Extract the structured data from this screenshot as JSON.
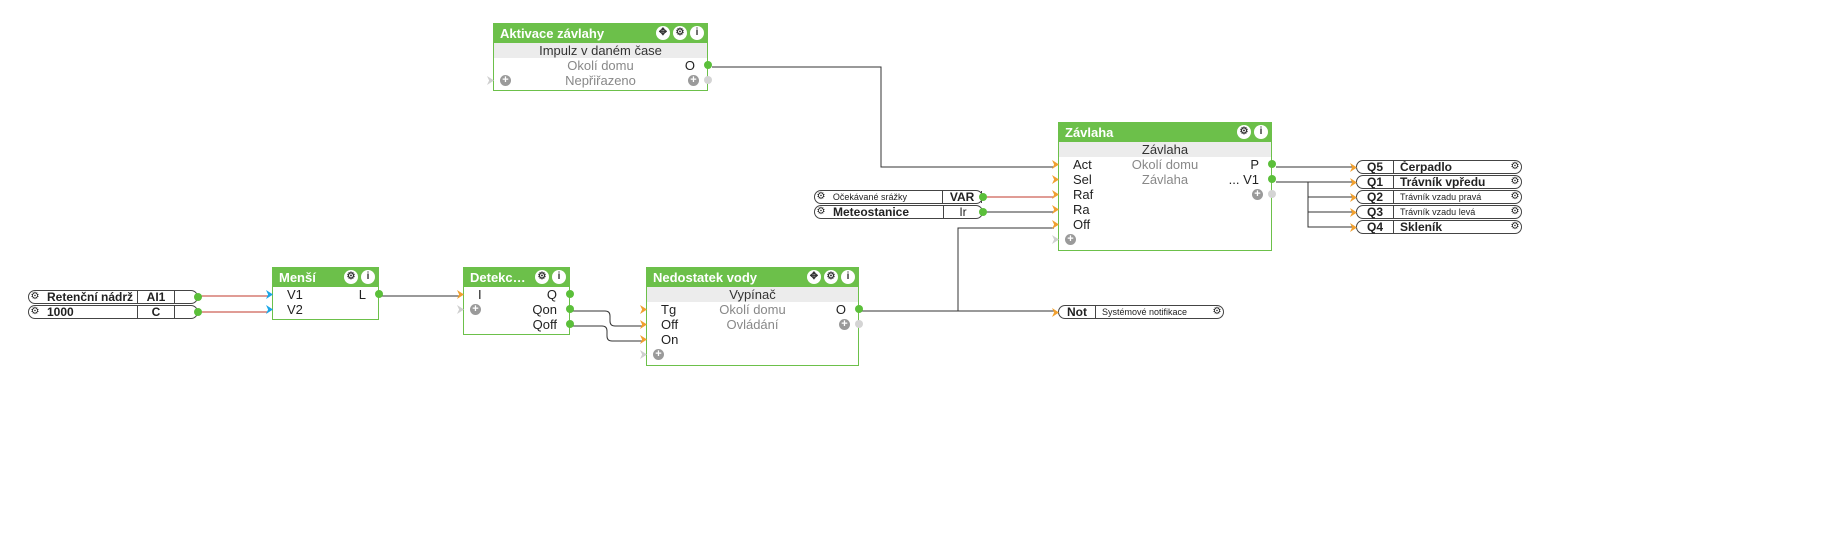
{
  "icons": {
    "move": "✥",
    "gear": "⚙",
    "info": "i",
    "plus": "+"
  },
  "colors": {
    "block": "#6cc04a",
    "wire": "#333333",
    "wire_analog": "#c0392b",
    "input_pin": "#f0a030",
    "analog_pin": "#1aa5e6"
  },
  "blocks": {
    "aktivace": {
      "title": "Aktivace závlahy",
      "subtitle": "Impulz v daném čase",
      "row1_center": "Okolí domu",
      "row1_out": "O",
      "row2_center": "Nepřiřazeno"
    },
    "zavlaha": {
      "title": "Závlaha",
      "subtitle": "Závlaha",
      "in_act": "Act",
      "in_sel": "Sel",
      "in_raf": "Raf",
      "in_ra": "Ra",
      "in_off": "Off",
      "center1": "Okolí domu",
      "center2": "Závlaha",
      "out_p": "P",
      "out_v1": "... V1"
    },
    "mensi": {
      "title": "Menší",
      "in_v1": "V1",
      "in_v2": "V2",
      "out_l": "L"
    },
    "detekce": {
      "title": "Detekc…",
      "in_i": "I",
      "out_q": "Q",
      "out_qon": "Qon",
      "out_qoff": "Qoff"
    },
    "nedostatek": {
      "title": "Nedostatek vody",
      "subtitle": "Vypínač",
      "in_tg": "Tg",
      "in_off": "Off",
      "in_on": "On",
      "center1": "Okolí domu",
      "center2": "Ovládání",
      "out_o": "O"
    }
  },
  "refs": {
    "retencni": {
      "name": "Retenční nádrž",
      "id": "AI1"
    },
    "konst": {
      "name": "1000",
      "id": "C"
    },
    "ocekavane": {
      "name": "Očekávané srážky",
      "id": "VAR"
    },
    "meteo": {
      "name": "Meteostanice",
      "id": "Ir"
    },
    "not": {
      "id": "Not",
      "desc": "Systémové notifikace"
    },
    "q5": {
      "id": "Q5",
      "desc": "Čerpadlo"
    },
    "q1": {
      "id": "Q1",
      "desc": "Trávník vpředu"
    },
    "q2": {
      "id": "Q2",
      "desc": "Trávník vzadu pravá"
    },
    "q3": {
      "id": "Q3",
      "desc": "Trávník vzadu levá"
    },
    "q4": {
      "id": "Q4",
      "desc": "Skleník"
    }
  }
}
